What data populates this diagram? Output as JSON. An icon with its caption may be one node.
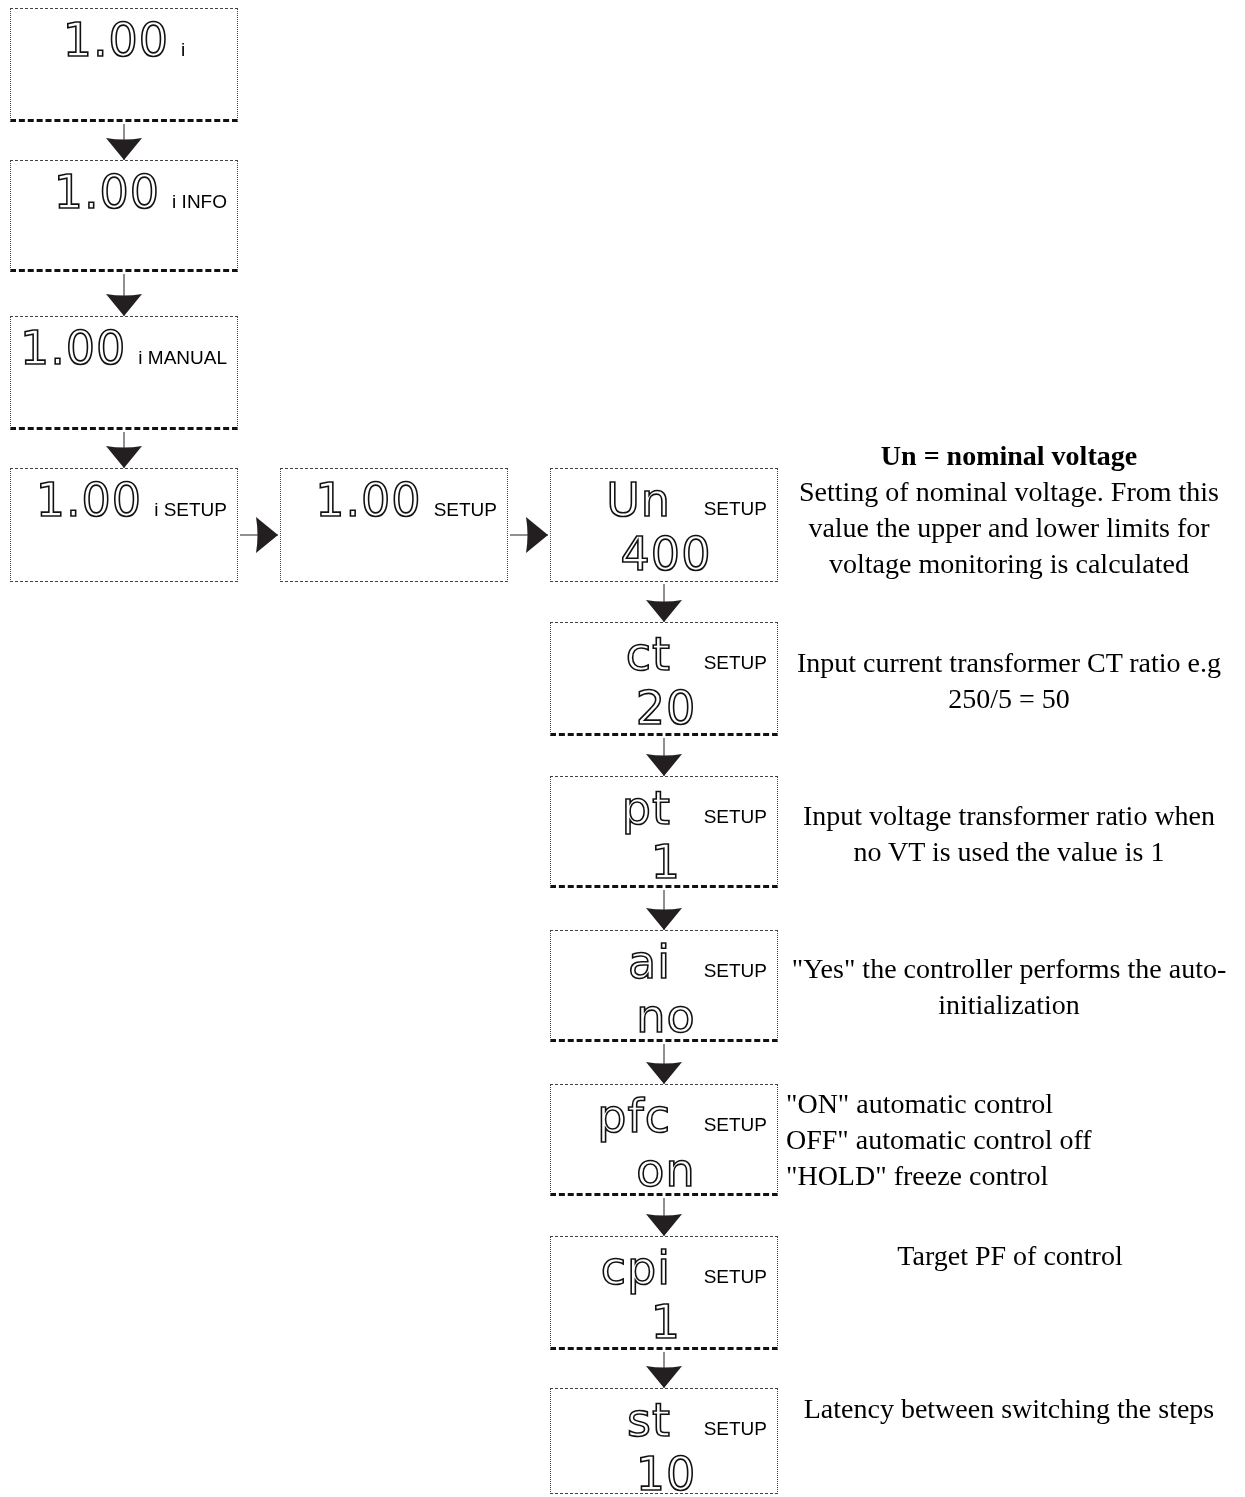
{
  "diagram": {
    "nodes": [
      {
        "text": [
          "1.00",
          "i"
        ]
      },
      {
        "text": [
          "1.00",
          "i INFO"
        ]
      },
      {
        "text": [
          "1.00",
          "i MANUAL"
        ]
      },
      {
        "text": [
          "1.00",
          "i SETUP"
        ]
      },
      {
        "text": [
          "1.00",
          "SETUP"
        ]
      },
      {
        "text": [
          "Un",
          "SETUP",
          "400"
        ],
        "beside": [
          "Un = nominal voltage",
          "Setting of nominal voltage. From this value the upper and lower limits for voltage monitoring is calculated"
        ]
      },
      {
        "text": [
          "ct",
          "SETUP",
          "20"
        ],
        "beside": [
          "Input current transformer CT ratio e.g 250/5 = 50"
        ]
      },
      {
        "text": [
          "pt",
          "SETUP",
          "1"
        ],
        "beside": [
          "Input voltage transformer ratio when no VT is used the value is 1"
        ]
      },
      {
        "text": [
          "ai",
          "SETUP",
          "no"
        ],
        "beside": [
          "\"Yes\" the controller performs the auto-initialization"
        ]
      },
      {
        "text": [
          "pfc",
          "SETUP",
          "on"
        ],
        "beside": [
          "\"ON\" automatic control",
          "OFF\" automatic control off",
          "\"HOLD\" freeze control"
        ]
      },
      {
        "text": [
          "cpi",
          "SETUP",
          "1"
        ]
      },
      {
        "text": [
          "st",
          "SETUP",
          "10"
        ],
        "beside": [
          "Latency between switching the steps"
        ]
      }
    ],
    "edges": [
      {
        "from": 0,
        "to": 1,
        "arrow": "to"
      },
      {
        "from": 1,
        "to": 2,
        "arrow": "to"
      },
      {
        "from": 2,
        "to": 3,
        "arrow": "to"
      },
      {
        "from": 3,
        "to": 4,
        "arrow": "to"
      },
      {
        "from": 4,
        "to": 5,
        "arrow": "to"
      },
      {
        "from": 5,
        "to": 6,
        "arrow": "to"
      },
      {
        "from": 6,
        "to": 7,
        "arrow": "to"
      },
      {
        "from": 7,
        "to": 8,
        "arrow": "to"
      },
      {
        "from": 8,
        "to": 9,
        "arrow": "to"
      },
      {
        "from": 9,
        "to": 10,
        "arrow": "to"
      },
      {
        "from": 10,
        "to": 11,
        "arrow": "to"
      }
    ],
    "labels": [
      "Target PF of control"
    ]
  }
}
